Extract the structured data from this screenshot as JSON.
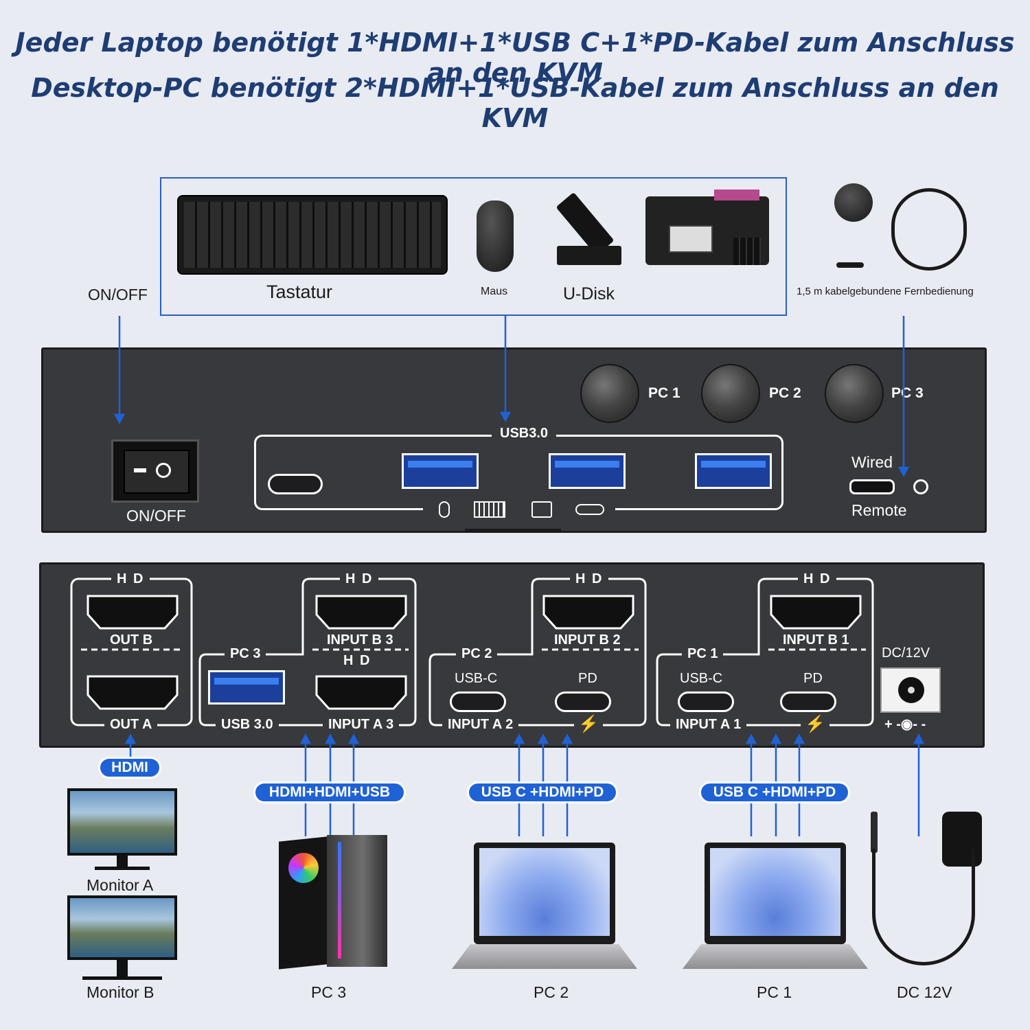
{
  "header": {
    "line1": "Jeder Laptop benötigt 1*HDMI+1*USB C+1*PD-Kabel zum Anschluss an den KVM",
    "line2": "Desktop-PC benötigt 2*HDMI+1*USB-Kabel zum Anschluss an den KVM"
  },
  "peripherals": {
    "keyboard": "Tastatur",
    "mouse": "Maus",
    "udisk": "U-Disk",
    "remote": "1,5 m kabelgebundene Fernbedienung"
  },
  "front": {
    "onoff_top": "ON/OFF",
    "onoff_bottom": "ON/OFF",
    "usb_section": "USB3.0",
    "pc1": "PC 1",
    "pc2": "PC 2",
    "pc3": "PC 3",
    "wired": "Wired",
    "remote": "Remote"
  },
  "rear": {
    "hd": "H D",
    "out_b": "OUT B",
    "out_a": "OUT A",
    "input_b3": "INPUT B 3",
    "input_a3": "INPUT A 3",
    "pc3": "PC 3",
    "usb30": "USB 3.0",
    "input_b2": "INPUT B 2",
    "input_a2": "INPUT A 2",
    "pc2": "PC 2",
    "usbc": "USB-C",
    "pd": "PD",
    "input_b1": "INPUT B 1",
    "input_a1": "INPUT A 1",
    "pc1": "PC 1",
    "dc": "DC/12V"
  },
  "connections": {
    "hdmi": "HDMI",
    "pc3": "HDMI+HDMI+USB",
    "pc2": "USB C +HDMI+PD",
    "pc1": "USB C +HDMI+PD"
  },
  "bottom_labels": {
    "monitor_a": "Monitor A",
    "monitor_b": "Monitor B",
    "pc3": "PC 3",
    "pc2": "PC 2",
    "pc1": "PC 1",
    "dc": "DC 12V"
  },
  "colors": {
    "accent": "#1f62d6",
    "header": "#1e3d73",
    "device": "#38393c",
    "background": "#e8ebf2"
  }
}
